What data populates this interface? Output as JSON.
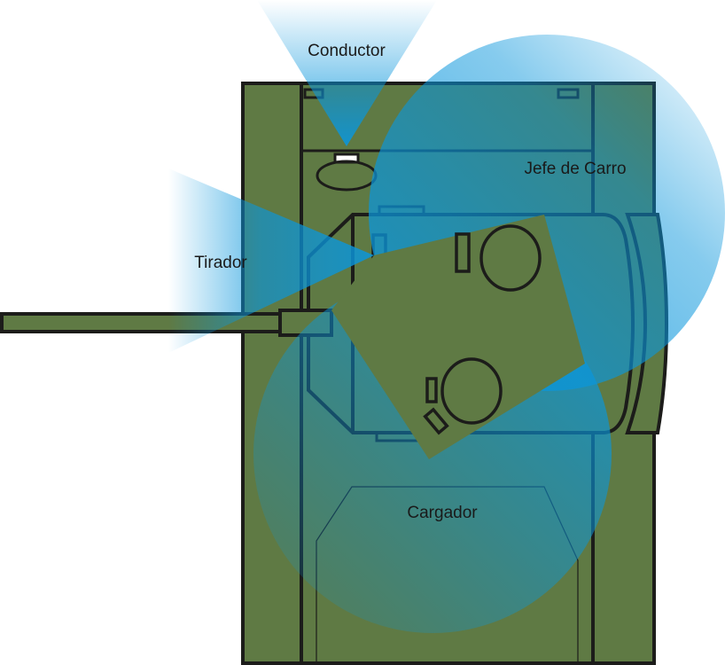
{
  "diagram": {
    "title": "Tank crew fields of view",
    "colors": {
      "hull": "#5f7a44",
      "outline": "#1c1c1a",
      "view_blue": "#0a96dc",
      "background": "#ffffff"
    },
    "crew": [
      {
        "id": "driver",
        "label": "Conductor"
      },
      {
        "id": "commander",
        "label": "Jefe de Carro"
      },
      {
        "id": "gunner",
        "label": "Tirador"
      },
      {
        "id": "loader",
        "label": "Cargador"
      }
    ]
  }
}
